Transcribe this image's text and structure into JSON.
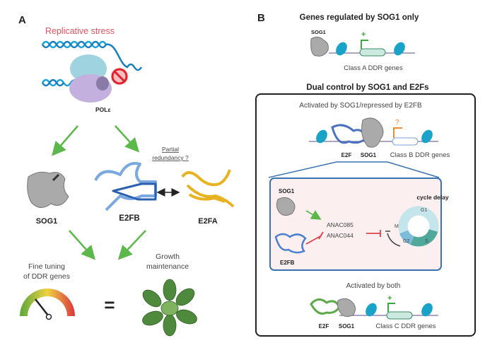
{
  "panel_a": {
    "label": "A",
    "stress_title": "Replicative stress",
    "polymerase_label": "POLε",
    "redundancy_note_line1": "Partial",
    "redundancy_note_line2": "redundancy ?",
    "sog1_label": "SOG1",
    "e2fb_label": "E2FB",
    "e2fa_label": "E2FA",
    "fine_tuning_line1": "Fine tuning",
    "fine_tuning_line2": "of DDR genes",
    "equals_sign": "=",
    "growth_line1": "Growth",
    "growth_line2": "maintenance"
  },
  "panel_b": {
    "label": "B",
    "sog1_only_title": "Genes regulated by SOG1 only",
    "class_a_sog1_label": "SOG1",
    "activation_mark": "+",
    "class_a_label": "Class A DDR genes",
    "dual_control_title": "Dual control by SOG1 and E2Fs",
    "class_b_heading": "Activated by SOG1/repressed by E2FB",
    "unknown_mark": "?",
    "class_b_e2f_label": "E2F",
    "class_b_sog1_label": "SOG1",
    "class_b_label": "Class B DDR genes",
    "inset": {
      "sog1_label": "SOG1",
      "e2fb_label": "E2FB",
      "target_gene_1": "ANAC085",
      "target_gene_2": "ANAC044",
      "cycle_title": "cycle delay",
      "phase_g1": "G1",
      "phase_s": "S",
      "phase_g2": "G2",
      "phase_m": "M"
    },
    "class_c_heading": "Activated by both",
    "class_c_e2f_label": "E2F",
    "class_c_sog1_label": "SOG1",
    "class_c_label": "Class C DDR genes"
  },
  "colors": {
    "dna": "#1aa3d9",
    "arrow_green": "#5cb84a",
    "stress_red": "#e4545e",
    "inhibit_red": "#d9454a",
    "e2fb_blue": "#4a7fd0",
    "e2fa_yellow": "#e8b322",
    "inset_border": "#3a73b0",
    "inset_fill": "#fbefef",
    "question_orange": "#ef8a2e"
  }
}
